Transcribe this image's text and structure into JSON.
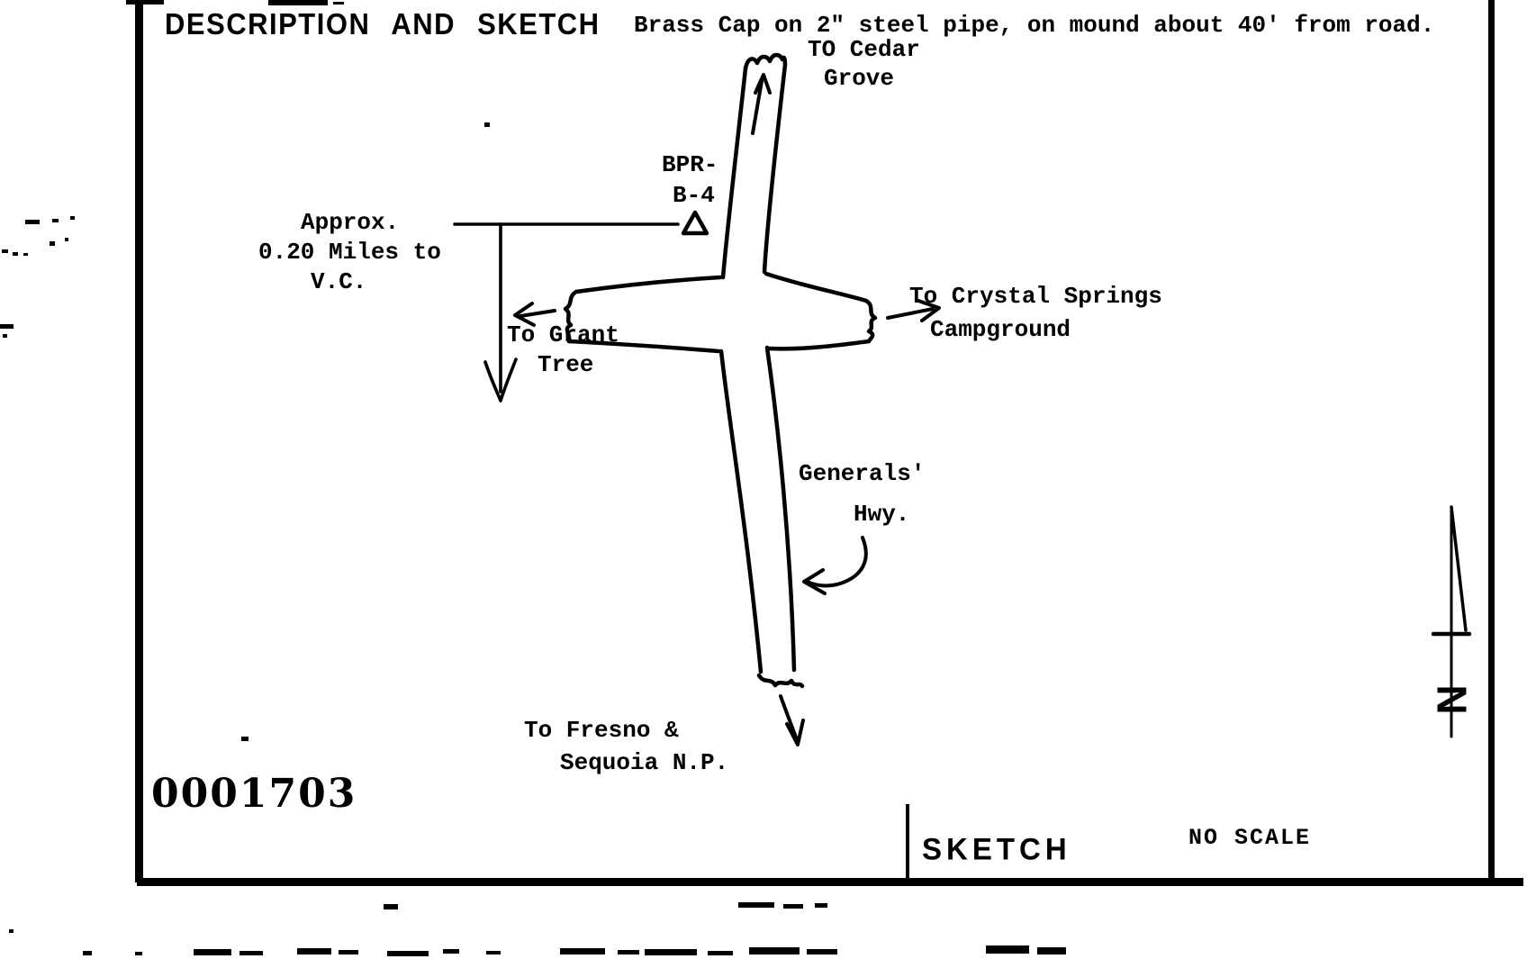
{
  "document": {
    "title": "DESCRIPTION AND SKETCH",
    "title_note": "Brass Cap on 2\" steel pipe, on mound about 40' from road.",
    "stamp_number": "0001703",
    "footer": {
      "section_label": "SKETCH",
      "scale_note": "NO SCALE"
    },
    "ink_color": "#000000",
    "paper_color": "#ffffff"
  },
  "sketch": {
    "station": {
      "designation_line1": "BPR-",
      "designation_line2": "B-4",
      "marker_icon": "triangle-station-marker"
    },
    "labels": {
      "to_cedar_line1": "TO Cedar",
      "to_cedar_line2": "Grove",
      "approx_line1": "Approx.",
      "approx_line2": "0.20 Miles to",
      "approx_line3": "V.C.",
      "to_grant_line1": "To Grant",
      "to_grant_line2": "Tree",
      "to_crystal_line1": "To Crystal Springs",
      "to_crystal_line2": "Campground",
      "highway_line1": "Generals'",
      "highway_line2": "Hwy.",
      "to_fresno_line1": "To Fresno &",
      "to_fresno_line2": "Sequoia N.P."
    },
    "north_indicator": {
      "letter": "N"
    }
  }
}
